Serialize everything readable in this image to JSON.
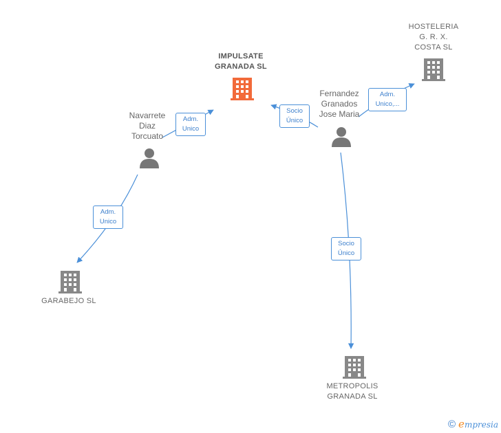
{
  "colors": {
    "edge": "#4a8fd8",
    "company": "#888888",
    "focus_company": "#f26a3a",
    "person": "#777777"
  },
  "nodes": {
    "impulsate": {
      "type": "company",
      "focus": true,
      "label": [
        "IMPULSATE",
        "GRANADA  SL"
      ],
      "icon": "building-icon"
    },
    "hosteleria": {
      "type": "company",
      "label": [
        "HOSTELERIA",
        "G.  R.  X.",
        "COSTA  SL"
      ],
      "icon": "building-icon"
    },
    "navarrete": {
      "type": "person",
      "label": [
        "Navarrete",
        "Diaz",
        "Torcuato"
      ],
      "icon": "person-icon"
    },
    "fernandez": {
      "type": "person",
      "label": [
        "Fernandez",
        "Granados",
        "Jose Maria"
      ],
      "icon": "person-icon"
    },
    "garabejo": {
      "type": "company",
      "label": [
        "GARABEJO SL"
      ],
      "icon": "building-icon"
    },
    "metropolis": {
      "type": "company",
      "label": [
        "METROPOLIS",
        "GRANADA  SL"
      ],
      "icon": "building-icon"
    }
  },
  "edges": {
    "nav_imp": {
      "label": [
        "Adm.",
        "Unico"
      ]
    },
    "fer_imp": {
      "label": [
        "Socio",
        "Único"
      ]
    },
    "fer_hos": {
      "label": [
        "Adm.",
        "Unico,..."
      ]
    },
    "nav_gar": {
      "label": [
        "Adm.",
        "Unico"
      ]
    },
    "fer_met": {
      "label": [
        "Socio",
        "Único"
      ]
    }
  },
  "brand": {
    "copyright": "©",
    "e": "e",
    "rest": "mpresia"
  }
}
